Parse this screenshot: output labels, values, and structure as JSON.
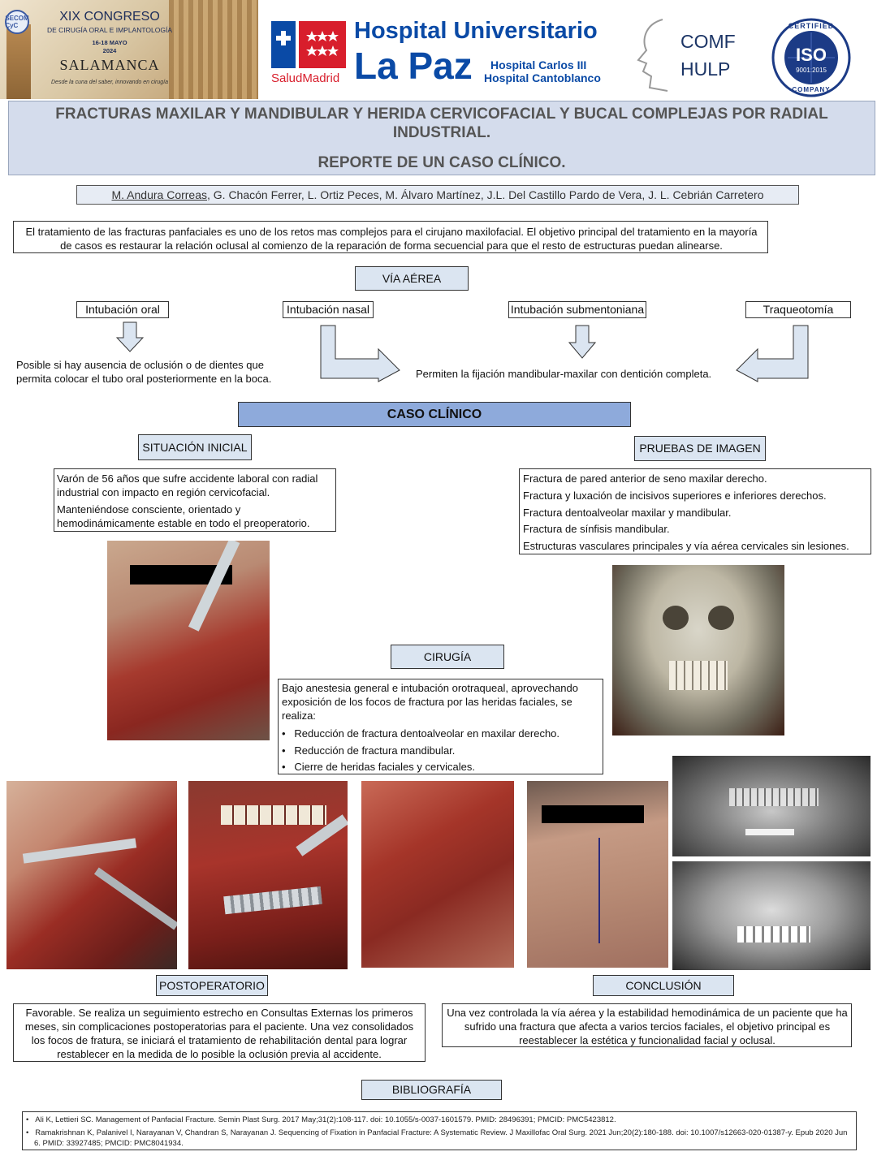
{
  "header": {
    "congreso": {
      "seal": "SECOM CyC",
      "line1": "XIX CONGRESO",
      "line2": "DE CIRUGÍA ORAL E IMPLANTOLOGÍA",
      "dates": "16-18 MAYO",
      "year": "2024",
      "city": "SALAMANCA",
      "motto": "Desde la cuna del saber, innovando en cirugía"
    },
    "salud_madrid": "SaludMadrid",
    "hospital_line1": "Hospital Universitario",
    "hospital_line2": "La Paz",
    "hospital_sub1": "Hospital Carlos III",
    "hospital_sub2": "Hospital Cantoblanco",
    "comf_line1": "COMF",
    "comf_line2": "HULP",
    "iso_top": "CERTIFIED",
    "iso_mid": "ISO",
    "iso_num": "9001:2015",
    "iso_bottom": "COMPANY"
  },
  "title": {
    "line1": "FRACTURAS MAXILAR Y MANDIBULAR Y HERIDA CERVICOFACIAL Y BUCAL COMPLEJAS POR RADIAL INDUSTRIAL.",
    "line2": "REPORTE DE UN CASO CLÍNICO."
  },
  "authors": {
    "first": "M. Andura Correas",
    "rest": ", G. Chacón Ferrer, L. Ortiz Peces, M. Álvaro Martínez, J.L. Del Castillo Pardo de Vera, J. L. Cebrián Carretero"
  },
  "intro": "El tratamiento de las fracturas panfaciales es uno de los retos mas complejos para el cirujano maxilofacial. El objetivo principal del tratamiento en la mayoría de casos es restaurar la relación oclusal al comienzo de la reparación de forma secuencial para que el resto de estructuras puedan alinearse.",
  "via_aerea": {
    "title": "VÍA AÉREA",
    "oral": "Intubación oral",
    "nasal": "Intubación nasal",
    "submentoniana": "Intubación submentoniana",
    "traqueotomia": "Traqueotomía",
    "oral_note": "Posible si hay ausencia de oclusión o de dientes que permita colocar el tubo oral posteriormente en la boca.",
    "fixation_note": "Permiten la fijación mandibular-maxilar con dentición completa."
  },
  "caso_clinico": "CASO CLÍNICO",
  "situacion": {
    "title": "SITUACIÓN INICIAL",
    "p1": "Varón de 56 años que sufre accidente laboral con radial industrial con impacto en región cervicofacial.",
    "p2": "Manteniéndose consciente, orientado y hemodinámicamente estable en todo el preoperatorio."
  },
  "pruebas": {
    "title": "PRUEBAS DE IMAGEN",
    "items": [
      "Fractura de pared anterior de seno maxilar derecho.",
      "Fractura y luxación de incisivos superiores e inferiores derechos.",
      "Fractura dentoalveolar maxilar y mandibular.",
      "Fractura de sínfisis mandibular.",
      "Estructuras vasculares principales y vía aérea cervicales sin lesiones."
    ]
  },
  "cirugia": {
    "title": "CIRUGÍA",
    "intro": "Bajo anestesia general e intubación orotraqueal, aprovechando exposición de los focos de fractura por las heridas faciales, se realiza:",
    "items": [
      "Reducción de fractura dentoalveolar en maxilar derecho.",
      "Reducción de fractura mandibular.",
      "Cierre de heridas faciales y cervicales."
    ]
  },
  "postoperatorio": {
    "title": "POSTOPERATORIO",
    "text": "Favorable. Se realiza un seguimiento estrecho en Consultas Externas los primeros meses, sin complicaciones postoperatorias para el paciente. Una vez consolidados los focos de fratura, se iniciará el tratamiento de rehabilitación dental para lograr restablecer en la medida de lo posible la oclusión previa al accidente."
  },
  "conclusion": {
    "title": "CONCLUSIÓN",
    "text": "Una vez controlada la vía aérea y la estabilidad hemodinámica de un paciente que ha sufrido una fractura que afecta a varios tercios faciales, el objetivo principal es reestablecer la estética y funcionalidad facial y oclusal."
  },
  "bibliografia": {
    "title": "BIBLIOGRAFÍA",
    "refs": [
      "Ali K, Lettieri SC. Management of Panfacial Fracture. Semin Plast Surg. 2017 May;31(2):108-117. doi: 10.1055/s-0037-1601579. PMID: 28496391; PMCID: PMC5423812.",
      "Ramakrishnan K, Palanivel I, Narayanan V, Chandran S, Narayanan J. Sequencing of Fixation in Panfacial Fracture: A Systematic Review. J Maxillofac Oral Surg. 2021 Jun;20(2):180-188. doi: 10.1007/s12663-020-01387-y. Epub 2020 Jun 6. PMID: 33927485; PMCID: PMC8041934."
    ]
  },
  "colors": {
    "title_bg": "#d4dcec",
    "label_blue": "#dbe5f1",
    "caso_bg": "#8eaadb",
    "hospital_blue": "#0a4aa6",
    "madrid_red": "#d81e2c",
    "arrow_fill": "#dbe5f1"
  }
}
